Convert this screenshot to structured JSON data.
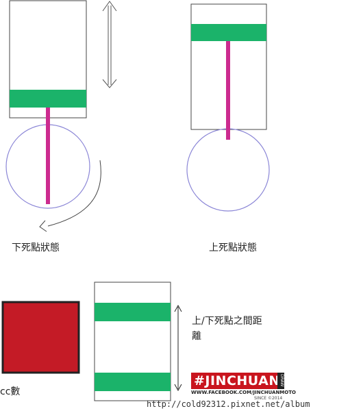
{
  "labels": {
    "bdc_state": "下死點狀態",
    "tdc_state": "上死點狀態",
    "cc_label": "cc數",
    "stroke_label_line1": "上/下死點之間距",
    "stroke_label_line2": "離"
  },
  "watermark": {
    "title": "#JINCHUAN",
    "badge": "DRAW",
    "facebook": "WWW.FACEBOOK.COM/JINCHUANMOTO",
    "since": "SINCE ©2014"
  },
  "source_url": "http://cold92312.pixnet.net/album",
  "colors": {
    "piston_green": "#1bb36a",
    "rod_magenta": "#cc2b8f",
    "crank_circle": "#8a85d6",
    "cc_square": "#c41b26",
    "cc_border": "#222222",
    "outline": "#444444"
  }
}
